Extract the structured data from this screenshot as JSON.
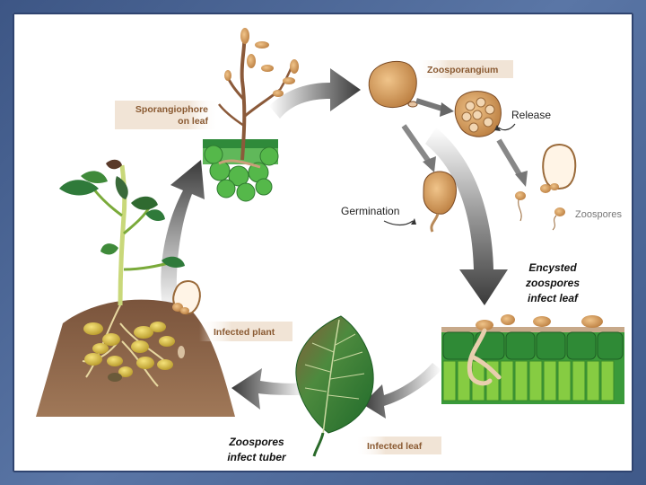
{
  "labels": {
    "sporangiophore_line1": "Sporangiophore",
    "sporangiophore_line2": "on leaf",
    "zoosporangium": "Zoosporangium",
    "release": "Release",
    "zoospores": "Zoospores",
    "germination": "Germination",
    "encysted_line1": "Encysted",
    "encysted_line2": "zoospores",
    "encysted_line3": "infect leaf",
    "infected_plant": "Infected plant",
    "infected_leaf": "Infected leaf",
    "zoospores_tuber_line1": "Zoospores",
    "zoospores_tuber_line2": "infect tuber"
  },
  "colors": {
    "label_tag_bg": "#f1e4d6",
    "label_tag_text": "#8a5a32",
    "spore": "#d59a5c",
    "leaf_green": "#3b8a3a",
    "soil": "#8a6248",
    "arrow_dark": "#3f3f3f"
  }
}
